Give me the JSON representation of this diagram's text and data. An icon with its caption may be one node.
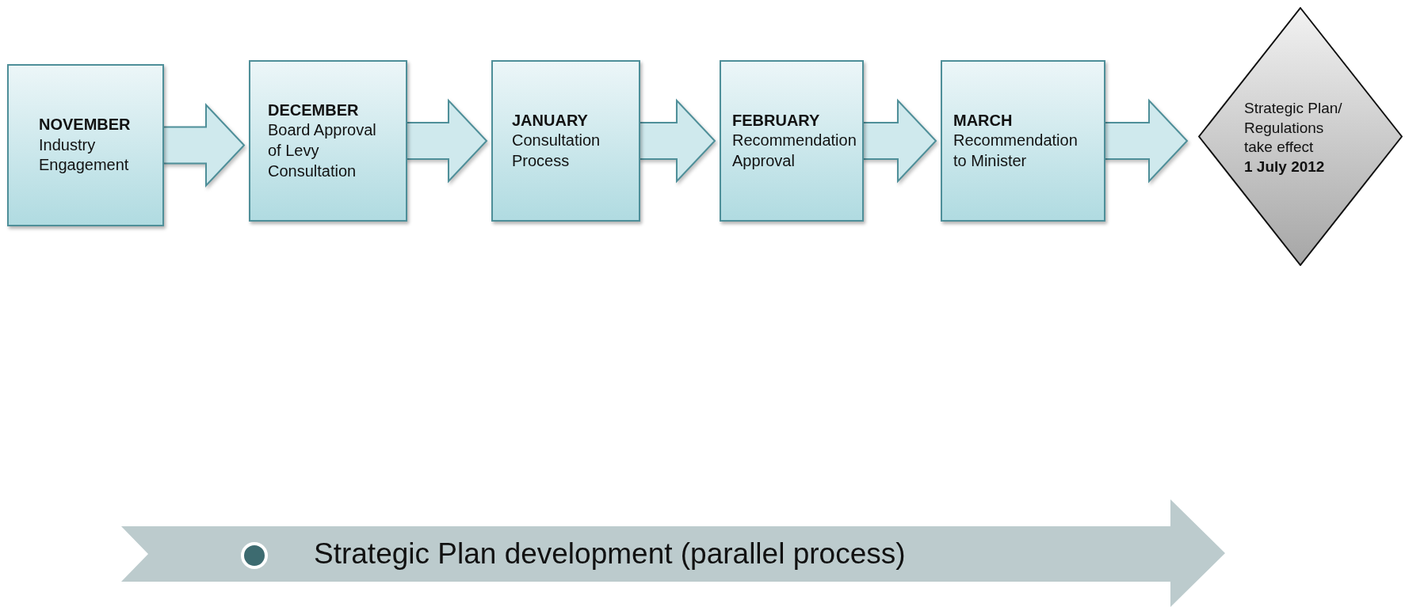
{
  "diagram": {
    "nodes": [
      {
        "text": [
          "NOVEMBER",
          "Industry Engagement"
        ]
      },
      {
        "text": [
          "DECEMBER",
          "Board Approval of Levy Consultation"
        ]
      },
      {
        "text": [
          "JANUARY",
          "Consultation Process"
        ]
      },
      {
        "text": [
          "FEBRUARY",
          "Recommendation Approval"
        ]
      },
      {
        "text": [
          "MARCH",
          "Recommendation to Minister"
        ]
      },
      {
        "text": [
          "Strategic Plan/ Regulations take effect",
          "1 July 2012"
        ]
      },
      {
        "text": [
          "Strategic Plan development (parallel process)"
        ]
      }
    ],
    "edges": [
      {
        "from": 0,
        "to": 1,
        "arrow": "to"
      },
      {
        "from": 1,
        "to": 2,
        "arrow": "to"
      },
      {
        "from": 2,
        "to": 3,
        "arrow": "to"
      },
      {
        "from": 3,
        "to": 4,
        "arrow": "to"
      },
      {
        "from": 4,
        "to": 5,
        "arrow": "to"
      }
    ]
  }
}
